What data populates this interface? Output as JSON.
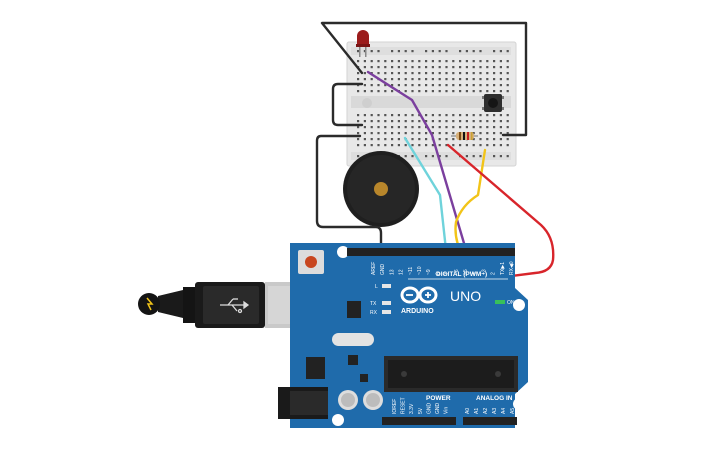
{
  "board": {
    "logo": "ARDUINO",
    "model": "UNO",
    "on_label": "ON",
    "digital_label": "DIGITAL (PWM~)",
    "power_label": "POWER",
    "analog_label": "ANALOG IN",
    "tx_label": "TX",
    "rx_label": "RX",
    "l_label": "L",
    "top_pins": [
      "AREF",
      "GND",
      "13",
      "12",
      "~11",
      "~10",
      "~9",
      "8",
      "7",
      "~6",
      "~5",
      "4",
      "~3",
      "2",
      "TX▶1",
      "RX◀0"
    ],
    "power_pins": [
      "IOREF",
      "RESET",
      "3.3V",
      "5V",
      "GND",
      "GND",
      "Vin"
    ],
    "analog_pins": [
      "A0",
      "A1",
      "A2",
      "A3",
      "A4",
      "A5"
    ]
  },
  "colors": {
    "board": "#1f6bab",
    "board_dark": "#18578c",
    "wire_black": "#2b2b2b",
    "wire_purple": "#7b3f9e",
    "wire_cyan": "#6fd3db",
    "wire_yellow": "#f2c418",
    "wire_red": "#d8252b",
    "breadboard": "#e9e9e9",
    "led": "#9b1c1c"
  },
  "components": [
    "breadboard",
    "led",
    "pushbutton",
    "resistor",
    "piezo-buzzer",
    "arduino-uno",
    "usb-cable"
  ]
}
